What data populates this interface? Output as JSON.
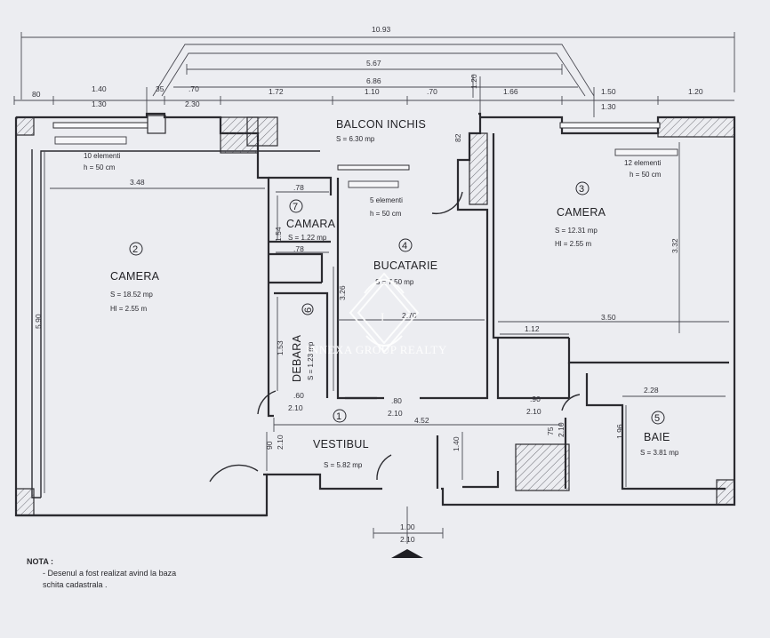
{
  "dims": {
    "top_total": "10.93",
    "top_567": "5.67",
    "top_686": "6.86",
    "r1": [
      "80",
      "1.40",
      "35",
      ".70",
      "1.72",
      "1.10",
      ".70",
      "1.66",
      "1.50",
      "1.20"
    ],
    "r1_sub": [
      "1.30",
      "2.30",
      "1.30"
    ],
    "v_120": "1.20",
    "v_82": "82",
    "cam2_w": "3.48",
    "cam2_h": "5.90",
    "camara_78a": ".78",
    "camara_154": "1.54",
    "camara_78b": ".78",
    "buc_326": "3.26",
    "buc_270": "2.70",
    "debara_153": "1.53",
    "d_60": ".60",
    "d_210a": "2.10",
    "d_80": ".80",
    "d_210b": "2.10",
    "d_90": ".90",
    "d_210c": "2.10",
    "cam3_350": "3.50",
    "cam3_332": "3.32",
    "cam3_112": "1.12",
    "baie_228": "2.28",
    "baie_196": "1.96",
    "vest_452": "4.52",
    "vest_140": "1.40",
    "vest_90": "90",
    "vest_210": "2.10",
    "v_75": "75",
    "v_210": "2.10",
    "entry_100": "1.00",
    "entry_210": "2.10"
  },
  "rooms": {
    "balcon": {
      "name": "BALCON INCHIS",
      "area": "S = 6.30 mp"
    },
    "camera2": {
      "num": "2",
      "name": "CAMERA",
      "area": "S = 18.52 mp",
      "height": "Hl = 2.55 m",
      "rad1": "10 elementi",
      "rad2": "h = 50 cm"
    },
    "camara": {
      "num": "7",
      "name": "CAMARA",
      "area": "S = 1.22 mp"
    },
    "bucatarie": {
      "num": "4",
      "name": "BUCATARIE",
      "area": "S = 7.50 mp",
      "rad1": "5 elementi",
      "rad2": "h = 50 cm"
    },
    "debara": {
      "num": "6",
      "name": "DEBARA",
      "area": "S = 1.23 mp"
    },
    "camera3": {
      "num": "3",
      "name": "CAMERA",
      "area": "S = 12.31 mp",
      "height": "Hl = 2.55 m",
      "rad1": "12 elementi",
      "rad2": "h = 50 cm"
    },
    "vestibul": {
      "num": "1",
      "name": "VESTIBUL",
      "area": "S = 5.82 mp"
    },
    "baie": {
      "num": "5",
      "name": "BAIE",
      "area": "S = 3.81 mp"
    }
  },
  "watermark": {
    "letter": "I",
    "brand": "INNEXA GROUP REALTY"
  },
  "note": {
    "title": "NOTA :",
    "line1": "- Desenul a fost realizat avind la baza",
    "line2": "schita cadastrala ."
  }
}
